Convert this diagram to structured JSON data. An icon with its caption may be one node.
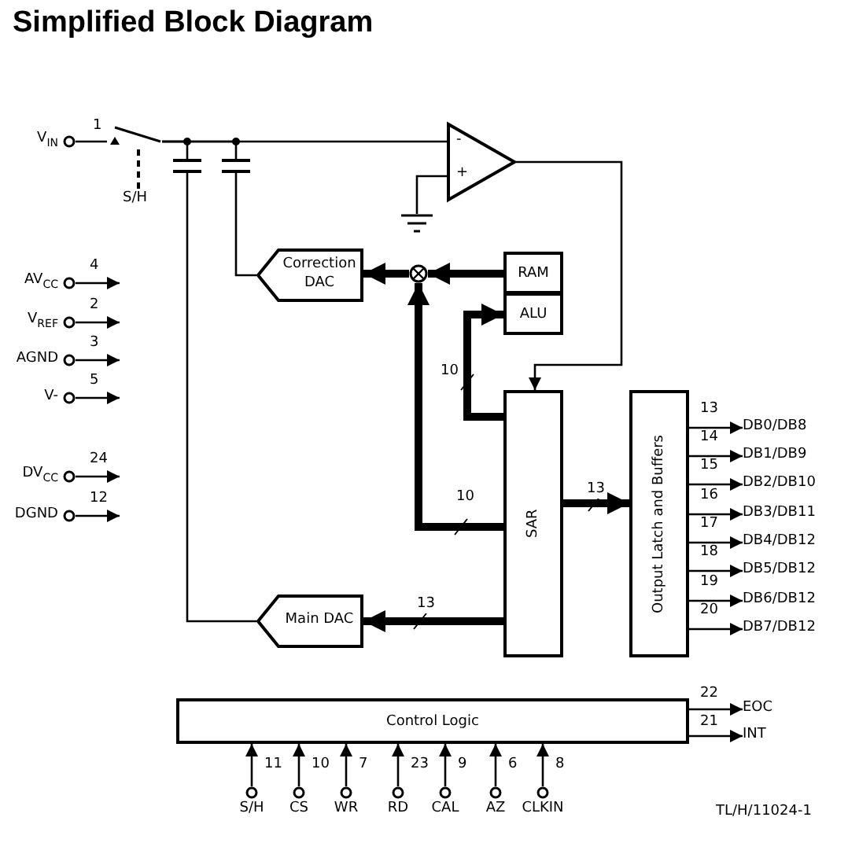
{
  "diagram": {
    "title": "Simplified Block Diagram",
    "nodes": [
      {
        "text": [
          "V$_{IN}$"
        ]
      },
      {
        "text": [],
        "shape": "switch"
      },
      {
        "text": [
          "S/H"
        ]
      },
      {
        "text": [],
        "shape": "capacitor"
      },
      {
        "text": [],
        "shape": "capacitor"
      },
      {
        "text": [
          "-",
          "+"
        ]
      },
      {
        "text": [],
        "shape": "ground"
      },
      {
        "text": [
          "Correction DAC"
        ]
      },
      {
        "text": [],
        "shape": "circle"
      },
      {
        "text": [
          "RAM"
        ]
      },
      {
        "text": [
          "ALU"
        ]
      },
      {
        "text": [
          "AV$_{CC}$"
        ]
      },
      {
        "text": [
          "V$_{REF}$"
        ]
      },
      {
        "text": [
          "AGND"
        ]
      },
      {
        "text": [
          "V-"
        ]
      },
      {
        "text": [
          "DV$_{CC}$"
        ]
      },
      {
        "text": [
          "DGND"
        ]
      },
      {
        "text": [
          "SAR"
        ]
      },
      {
        "text": [
          "Output Latch and Buffers"
        ]
      },
      {
        "text": [
          "Main DAC"
        ]
      },
      {
        "text": [
          "DB0/DB8"
        ]
      },
      {
        "text": [
          "DB1/DB9"
        ]
      },
      {
        "text": [
          "DB2/DB10"
        ]
      },
      {
        "text": [
          "DB3/DB11"
        ]
      },
      {
        "text": [
          "DB4/DB12"
        ]
      },
      {
        "text": [
          "DB5/DB12"
        ]
      },
      {
        "text": [
          "DB6/DB12"
        ]
      },
      {
        "text": [
          "DB7/DB12"
        ]
      },
      {
        "text": [
          "Control Logic"
        ]
      },
      {
        "text": [
          "EOC"
        ]
      },
      {
        "text": [
          "INT"
        ]
      },
      {
        "text": [
          "S/H"
        ]
      },
      {
        "text": [
          "CS"
        ]
      },
      {
        "text": [
          "WR"
        ]
      },
      {
        "text": [
          "RD"
        ]
      },
      {
        "text": [
          "CAL"
        ]
      },
      {
        "text": [
          "AZ"
        ]
      },
      {
        "text": [
          "CLKIN"
        ]
      }
    ],
    "edges": [
      {
        "from": 0,
        "to": 1,
        "arrow": "none",
        "label": "1"
      },
      {
        "from": 2,
        "to": 1,
        "arrow": "none",
        "style": "dashed"
      },
      {
        "from": 1,
        "to": 5,
        "arrow": "none"
      },
      {
        "from": 1,
        "to": 3,
        "arrow": "none"
      },
      {
        "from": 1,
        "to": 4,
        "arrow": "none"
      },
      {
        "from": 3,
        "to": 19,
        "arrow": "none"
      },
      {
        "from": 4,
        "to": 7,
        "arrow": "none"
      },
      {
        "from": 5,
        "to": 6,
        "arrow": "none"
      },
      {
        "from": 5,
        "to": 17,
        "arrow": "to"
      },
      {
        "from": 9,
        "to": 8,
        "arrow": "to",
        "style": "thick"
      },
      {
        "from": 8,
        "to": 7,
        "arrow": "to",
        "style": "thick"
      },
      {
        "from": 17,
        "to": 8,
        "arrow": "to",
        "style": "thick",
        "label": "10"
      },
      {
        "from": 17,
        "to": 10,
        "arrow": "to",
        "style": "thick",
        "label": "10"
      },
      {
        "from": 11,
        "to": null,
        "arrow": "to",
        "label": "4"
      },
      {
        "from": 12,
        "to": null,
        "arrow": "to",
        "label": "2"
      },
      {
        "from": 13,
        "to": null,
        "arrow": "to",
        "label": "3"
      },
      {
        "from": 14,
        "to": null,
        "arrow": "to",
        "label": "5"
      },
      {
        "from": 15,
        "to": null,
        "arrow": "to",
        "label": "24"
      },
      {
        "from": 16,
        "to": null,
        "arrow": "to",
        "label": "12"
      },
      {
        "from": 17,
        "to": 18,
        "arrow": "to",
        "style": "thick",
        "label": "13"
      },
      {
        "from": 17,
        "to": 19,
        "arrow": "to",
        "style": "thick",
        "label": "13"
      },
      {
        "from": 18,
        "to": 20,
        "arrow": "to",
        "label": "13"
      },
      {
        "from": 18,
        "to": 21,
        "arrow": "to",
        "label": "14"
      },
      {
        "from": 18,
        "to": 22,
        "arrow": "to",
        "label": "15"
      },
      {
        "from": 18,
        "to": 23,
        "arrow": "to",
        "label": "16"
      },
      {
        "from": 18,
        "to": 24,
        "arrow": "to",
        "label": "17"
      },
      {
        "from": 18,
        "to": 25,
        "arrow": "to",
        "label": "18"
      },
      {
        "from": 18,
        "to": 26,
        "arrow": "to",
        "label": "19"
      },
      {
        "from": 18,
        "to": 27,
        "arrow": "to",
        "label": "20"
      },
      {
        "from": 28,
        "to": 29,
        "arrow": "to",
        "label": "22"
      },
      {
        "from": 28,
        "to": 30,
        "arrow": "to",
        "label": "21"
      },
      {
        "from": 31,
        "to": 28,
        "arrow": "to",
        "label": "11"
      },
      {
        "from": 32,
        "to": 28,
        "arrow": "to",
        "label": "10"
      },
      {
        "from": 33,
        "to": 28,
        "arrow": "to",
        "label": "7"
      },
      {
        "from": 34,
        "to": 28,
        "arrow": "to",
        "label": "23"
      },
      {
        "from": 35,
        "to": 28,
        "arrow": "to",
        "label": "9"
      },
      {
        "from": 36,
        "to": 28,
        "arrow": "to",
        "label": "6"
      },
      {
        "from": 37,
        "to": 28,
        "arrow": "to",
        "label": "8"
      }
    ],
    "labels": [
      "TL/H/11024-1"
    ]
  }
}
